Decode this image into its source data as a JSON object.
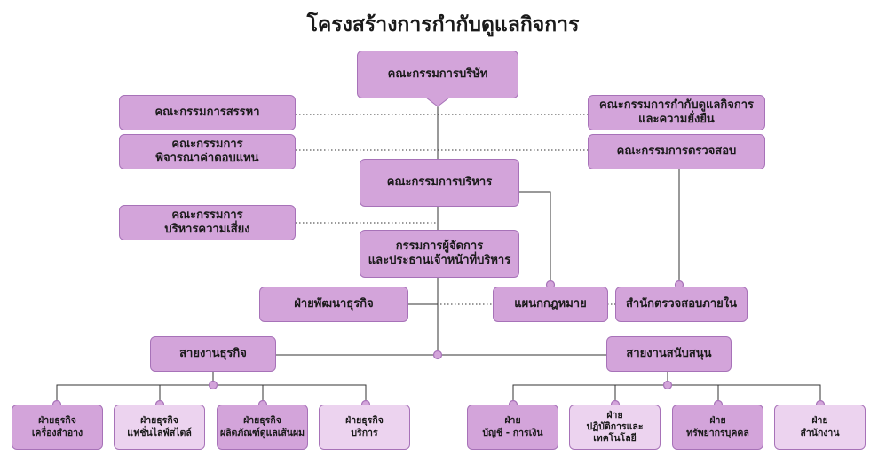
{
  "title": "โครงสร้างการกำกับดูแลกิจการ",
  "colors": {
    "dark_box": "#d3a4da",
    "light_box": "#ecd3ef",
    "border": "#a772b8",
    "line": "#333333"
  },
  "boxes": {
    "board": "คณะกรรมการบริษัท",
    "nomination": "คณะกรรมการสรรหา",
    "remuneration": "คณะกรรมการ\nพิจารณาค่าตอบแทน",
    "governance": "คณะกรรมการกำกับดูแลกิจการ\nและความยั่งยืน",
    "audit": "คณะกรรมการตรวจสอบ",
    "executive": "คณะกรรมการบริหาร",
    "risk": "คณะกรรมการ\nบริหารความเสี่ยง",
    "md": "กรรมการผู้จัดการ\nและประธานเจ้าหน้าที่บริหาร",
    "bizdev": "ฝ่ายพัฒนาธุรกิจ",
    "legal": "แผนกกฎหมาย",
    "internal_audit": "สำนักตรวจสอบภายใน",
    "business_line": "สายงานธุรกิจ",
    "support_line": "สายงานสนับสนุน",
    "cosmetics": "ฝ่ายธุรกิจ\nเครื่องสำอาง",
    "fashion": "ฝ่ายธุรกิจ\nแฟชั่นไลฟ์สไตล์",
    "haircare": "ฝ่ายธุรกิจ\nผลิตภัณฑ์ดูแลเส้นผม",
    "service": "ฝ่ายธุรกิจ\nบริการ",
    "accounting": "ฝ่าย\nบัญชี - การเงิน",
    "operations_it": "ฝ่าย\nปฏิบัติการและเทคโนโลยี",
    "hr": "ฝ่าย\nทรัพยากรบุคคล",
    "office": "ฝ่าย\nสำนักงาน"
  }
}
